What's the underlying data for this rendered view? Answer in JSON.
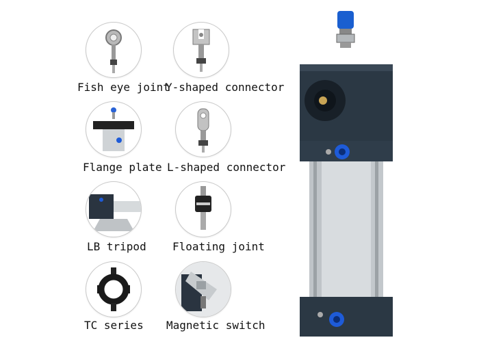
{
  "accessories": [
    {
      "name": "Fish eye joint",
      "icon": "fish-eye-joint-icon"
    },
    {
      "name": "Y-shaped connector",
      "icon": "y-connector-icon"
    },
    {
      "name": "Flange plate",
      "icon": "flange-plate-icon"
    },
    {
      "name": "L-shaped connector",
      "icon": "l-connector-icon"
    },
    {
      "name": "LB tripod",
      "icon": "lb-tripod-icon"
    },
    {
      "name": "Floating joint",
      "icon": "floating-joint-icon"
    },
    {
      "name": "TC series",
      "icon": "tc-series-icon"
    },
    {
      "name": "Magnetic switch",
      "icon": "magnetic-switch-icon"
    }
  ],
  "colors": {
    "cylinder_cap": "#2b3844",
    "cylinder_barrel": "#d8dcdf",
    "port_blue": "#1e5bd8",
    "cap_blue": "#1a5fd0"
  }
}
